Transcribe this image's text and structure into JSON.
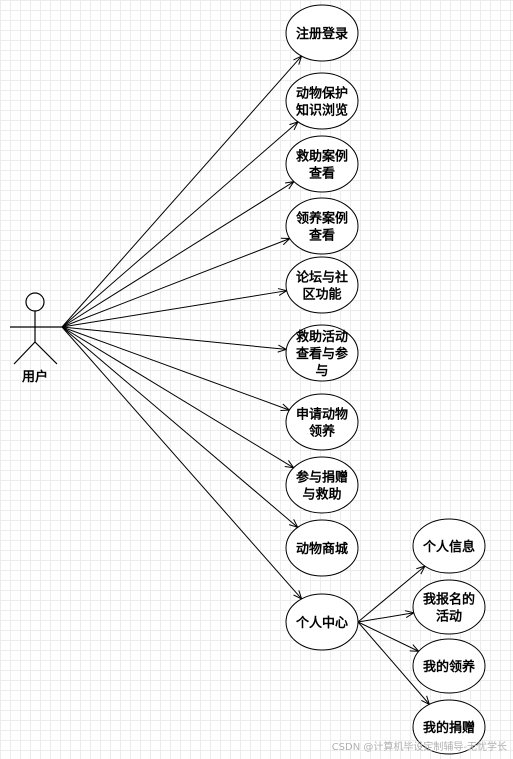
{
  "actor": {
    "label": "用户"
  },
  "use_cases": [
    {
      "id": "register-login",
      "lines": [
        "注册登录"
      ]
    },
    {
      "id": "animal-protection-knowledge",
      "lines": [
        "动物保护",
        "知识浏览"
      ]
    },
    {
      "id": "rescue-cases",
      "lines": [
        "救助案例",
        "查看"
      ]
    },
    {
      "id": "adoption-cases",
      "lines": [
        "领养案例",
        "查看"
      ]
    },
    {
      "id": "forum-community",
      "lines": [
        "论坛与社",
        "区功能"
      ]
    },
    {
      "id": "rescue-activities",
      "lines": [
        "救助活动",
        "查看与参",
        "与"
      ]
    },
    {
      "id": "apply-adoption",
      "lines": [
        "申请动物",
        "领养"
      ]
    },
    {
      "id": "donate-rescue",
      "lines": [
        "参与捐赠",
        "与救助"
      ]
    },
    {
      "id": "animal-mall",
      "lines": [
        "动物商城"
      ]
    },
    {
      "id": "personal-center",
      "lines": [
        "个人中心"
      ]
    }
  ],
  "sub_cases": [
    {
      "id": "personal-info",
      "lines": [
        "个人信息"
      ]
    },
    {
      "id": "my-registrations",
      "lines": [
        "我报名的",
        "活动"
      ]
    },
    {
      "id": "my-adoptions",
      "lines": [
        "我的领养"
      ]
    },
    {
      "id": "my-donations",
      "lines": [
        "我的捐赠"
      ]
    }
  ],
  "watermark": "CSDN @计算机毕设定制辅导-无忧学长"
}
